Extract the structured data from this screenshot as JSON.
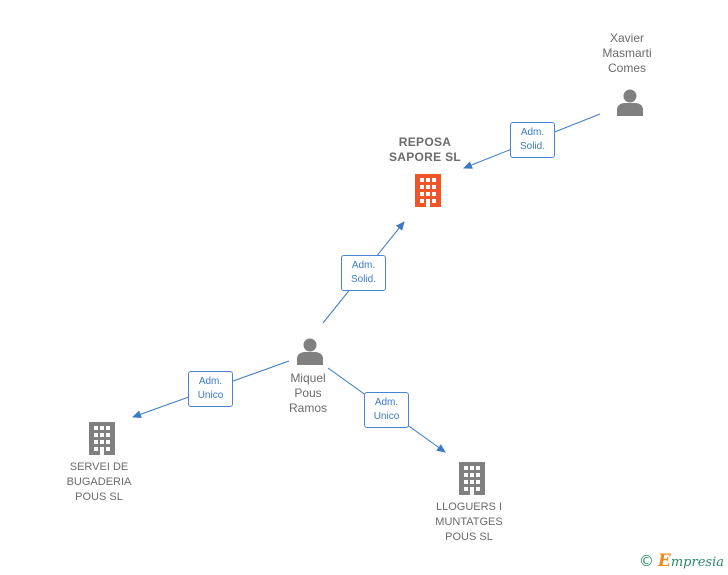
{
  "nodes": {
    "xavier": {
      "name": "Xavier\nMasmarti\nComes"
    },
    "reposa": {
      "name": "REPOSA\nSAPORE  SL"
    },
    "miquel": {
      "name": "Miquel\nPous\nRamos"
    },
    "servei": {
      "name": "SERVEI DE\nBUGADERIA\nPOUS SL"
    },
    "lloguers": {
      "name": "LLOGUERS I\nMUNTATGES\nPOUS SL"
    }
  },
  "edges": {
    "xavier_reposa": "Adm.\nSolid.",
    "miquel_reposa": "Adm.\nSolid.",
    "miquel_servei": "Adm.\nUnico",
    "miquel_lloguers": "Adm.\nUnico"
  },
  "colors": {
    "edge": "#3a7ac8",
    "person_icon": "#808080",
    "company_icon": "#808080",
    "focus_company_icon": "#f0552a"
  },
  "icons": {
    "person": "person-icon",
    "company": "building-icon"
  },
  "footer": {
    "copyright_symbol": "©",
    "brand_initial": "E",
    "brand_rest": "mpresia"
  }
}
